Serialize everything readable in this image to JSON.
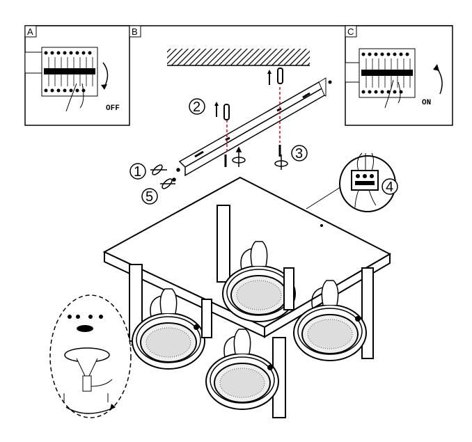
{
  "panels": {
    "a": {
      "label": "A",
      "text": "OFF"
    },
    "b": {
      "label": "B"
    },
    "c": {
      "label": "C",
      "text": "ON"
    }
  },
  "steps": [
    "1",
    "2",
    "3",
    "4",
    "5"
  ],
  "colors": {
    "line": "#000000",
    "guide": "#d0021b"
  }
}
